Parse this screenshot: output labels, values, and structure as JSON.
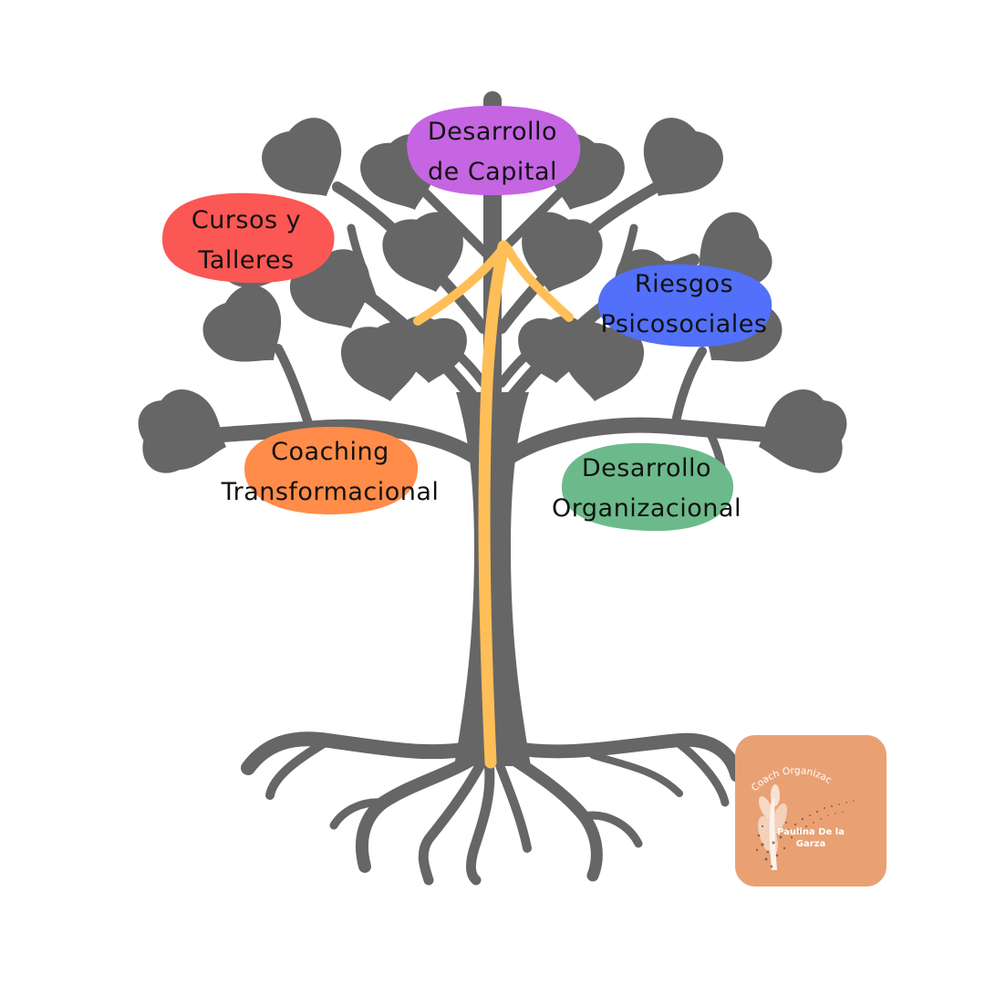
{
  "colors": {
    "tree": "#666666",
    "arrow": "#ffbf58",
    "logo_bg": "#e9a174"
  },
  "nodes": [
    {
      "id": "capital",
      "lines": [
        "Desarrollo",
        "de Capital"
      ],
      "color": "#c565e2"
    },
    {
      "id": "cursos",
      "lines": [
        "Cursos y",
        "Talleres"
      ],
      "color": "#fb5754"
    },
    {
      "id": "riesgos",
      "lines": [
        "Riesgos",
        "Psicosociales"
      ],
      "color": "#5270f9"
    },
    {
      "id": "coaching",
      "lines": [
        "Coaching",
        "Transformacional"
      ],
      "color": "#ff8c49"
    },
    {
      "id": "organizacional",
      "lines": [
        "Desarrollo",
        "Organizacional"
      ],
      "color": "#6cba8b"
    }
  ],
  "logo": {
    "arc_text": "Coach Organizacional",
    "name_lines": [
      "Paulina De la",
      "Garza"
    ]
  }
}
